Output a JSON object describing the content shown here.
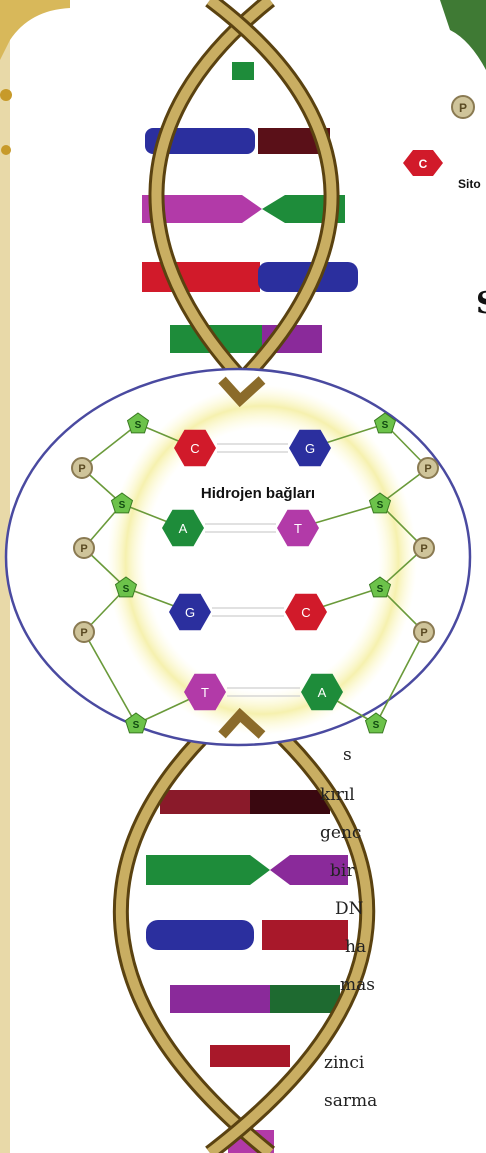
{
  "header": {
    "legend_p_symbol": "P",
    "legend_c_symbol": "C",
    "legend_c_caption": "Sito",
    "heading_fragment": "S"
  },
  "diagram": {
    "hydrogen_label": "Hidrojen bağları",
    "left_strand": [
      {
        "sugar": "S",
        "phosphate": "P",
        "base": "C"
      },
      {
        "sugar": "S",
        "phosphate": "P",
        "base": "A"
      },
      {
        "sugar": "S",
        "phosphate": "P",
        "base": "G"
      },
      {
        "sugar": "S",
        "base": "T"
      }
    ],
    "right_strand": [
      {
        "sugar": "S",
        "phosphate": "P",
        "base": "G"
      },
      {
        "sugar": "S",
        "phosphate": "P",
        "base": "T"
      },
      {
        "sugar": "S",
        "phosphate": "P",
        "base": "C"
      },
      {
        "sugar": "S",
        "base": "A"
      }
    ],
    "colors": {
      "C": "#d11a2a",
      "G": "#2b2f9e",
      "A": "#1e8c3a",
      "T": "#b23aa8",
      "S": "#6cc24a",
      "P": "#8a7a52",
      "ellipse": "#4a4aa0",
      "backbone": "#8b6b2a"
    }
  },
  "body_text": {
    "lines": [
      "s",
      "kırıl",
      "genc",
      "bir",
      "DN",
      "ha",
      "mas",
      "",
      "zinci",
      "sarma"
    ]
  }
}
